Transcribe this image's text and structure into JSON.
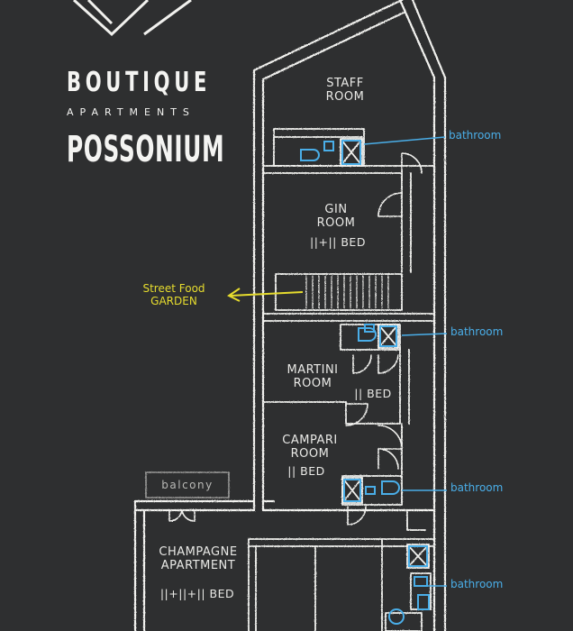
{
  "logo": {
    "line1": "BOUTIQUE",
    "line2": "APARTMENTS",
    "line3": "POSSONIUM"
  },
  "rooms": {
    "staff": [
      "STAFF",
      "ROOM"
    ],
    "gin": [
      "GIN",
      "ROOM"
    ],
    "gin_bed": "||+|| BED",
    "martini": [
      "MARTINI",
      "ROOM"
    ],
    "martini_bed": "|| BED",
    "campari": [
      "CAMPARI",
      "ROOM"
    ],
    "campari_bed": "|| BED",
    "champagne": [
      "CHAMPAGNE",
      "APARTMENT"
    ],
    "champagne_bed": "||+||+|| BED"
  },
  "annotations": {
    "bathroom": "bathroom",
    "balcony": "balcony",
    "street_food": [
      "Street Food",
      "GARDEN"
    ]
  },
  "colors": {
    "chalkboard": "#2e2f30",
    "chalk": "#f1f1ee",
    "bathroom_blue": "#4aaee8",
    "garden_yellow": "#e6dc2e"
  }
}
